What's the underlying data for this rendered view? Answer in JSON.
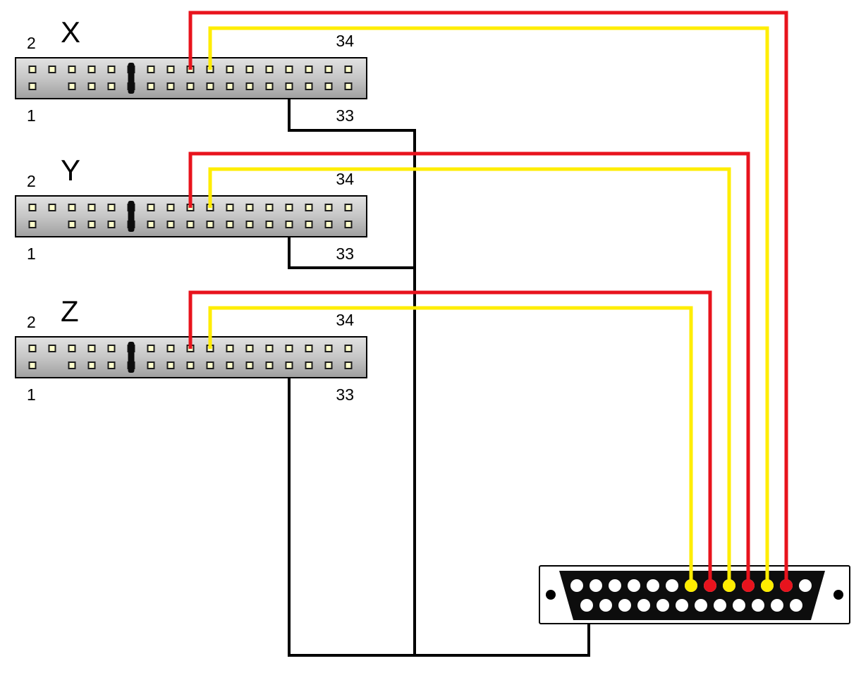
{
  "connectors": [
    {
      "label": "X",
      "pin_top_left": "2",
      "pin_top_right": "34",
      "pin_bottom_left": "1",
      "pin_bottom_right": "33"
    },
    {
      "label": "Y",
      "pin_top_left": "2",
      "pin_top_right": "34",
      "pin_bottom_left": "1",
      "pin_bottom_right": "33"
    },
    {
      "label": "Z",
      "pin_top_left": "2",
      "pin_top_right": "34",
      "pin_bottom_left": "1",
      "pin_bottom_right": "33"
    }
  ],
  "db25": {
    "pins_top_row": 13,
    "pins_bottom_row": 12,
    "total_pins": 25
  },
  "wires": [
    {
      "source": "X",
      "color": "red"
    },
    {
      "source": "X",
      "color": "yellow"
    },
    {
      "source": "X",
      "color": "black"
    },
    {
      "source": "Y",
      "color": "red"
    },
    {
      "source": "Y",
      "color": "yellow"
    },
    {
      "source": "Y",
      "color": "black"
    },
    {
      "source": "Z",
      "color": "red"
    },
    {
      "source": "Z",
      "color": "yellow"
    },
    {
      "source": "Z",
      "color": "black"
    }
  ],
  "colors": {
    "red": "#e8131d",
    "yellow": "#ffed00",
    "black": "#000000",
    "connector_gray": "#c8c8c8",
    "pin_fill": "#ffffcc",
    "db25_body": "#0d0d0d",
    "plate_white": "#ffffff"
  }
}
